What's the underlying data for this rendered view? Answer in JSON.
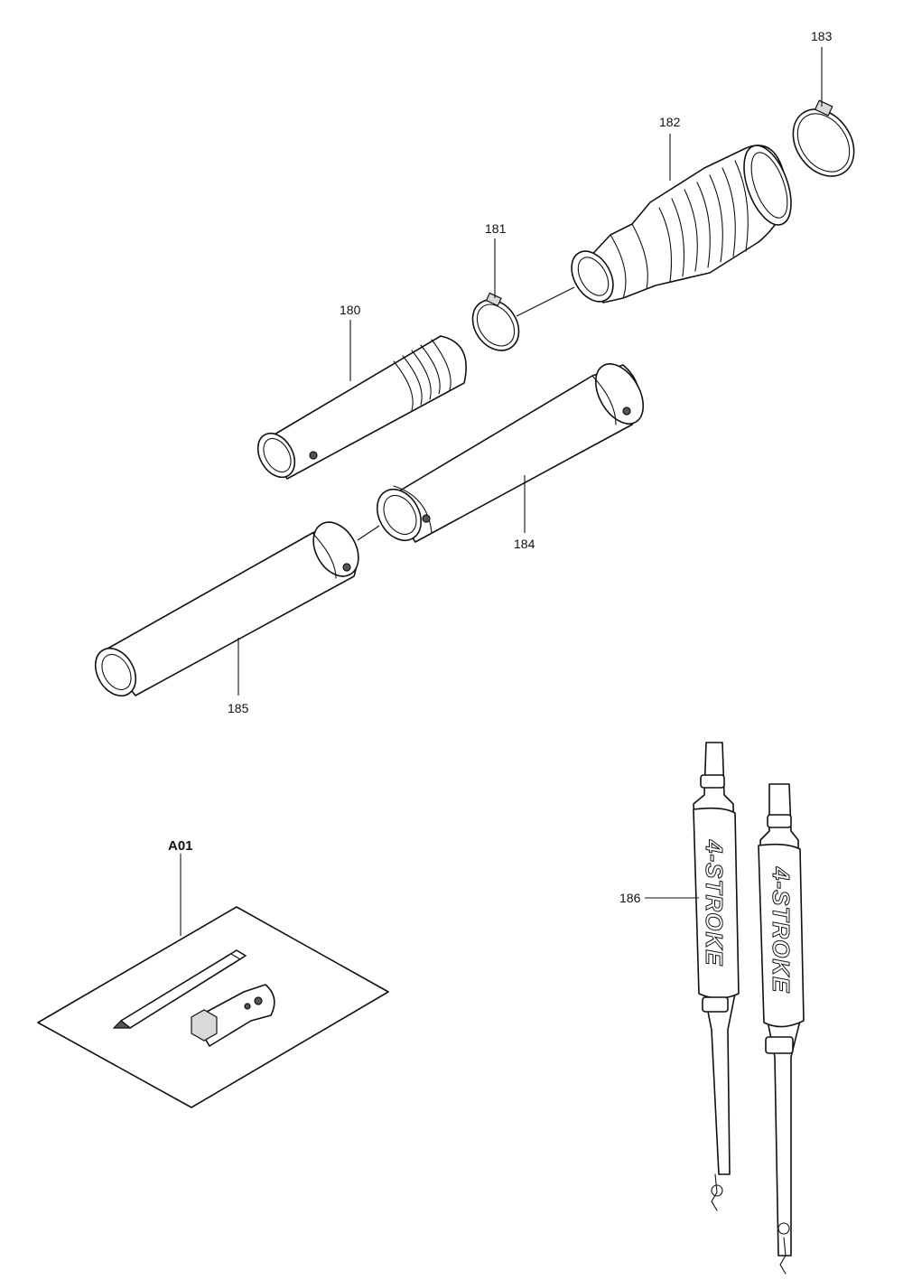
{
  "callouts": {
    "p180": "180",
    "p181": "181",
    "p182": "182",
    "p183": "183",
    "p184": "184",
    "p185": "185",
    "p186": "186",
    "a01": "A01"
  },
  "strap_logo": "4-STROKE"
}
